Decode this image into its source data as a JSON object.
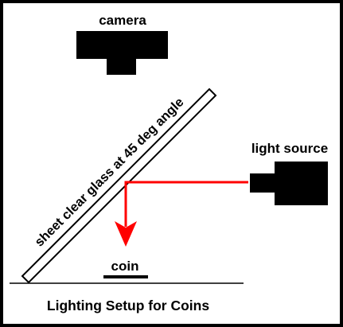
{
  "diagram": {
    "camera_label": "camera",
    "glass_label": "sheet clear glass at 45 deg angle",
    "light_label": "light source",
    "coin_label": "coin",
    "caption": "Lighting Setup for Coins"
  },
  "colors": {
    "border": "#000000",
    "background": "#ffffff",
    "light_path": "#ff0000",
    "shapes": "#000000"
  },
  "icons": {
    "camera": "camera-icon",
    "light_source": "light-source-icon"
  }
}
